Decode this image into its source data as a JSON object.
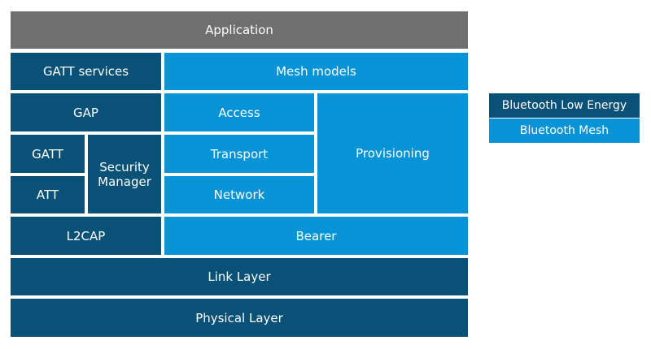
{
  "diagram": {
    "application": "Application",
    "gatt_services": "GATT services",
    "mesh_models": "Mesh models",
    "gap": "GAP",
    "access": "Access",
    "provisioning": "Provisioning",
    "gatt": "GATT",
    "transport": "Transport",
    "security_manager_line1": "Security",
    "security_manager_line2": "Manager",
    "att": "ATT",
    "network": "Network",
    "l2cap": "L2CAP",
    "bearer": "Bearer",
    "link_layer": "Link Layer",
    "physical_layer": "Physical Layer"
  },
  "legend": {
    "ble": "Bluetooth Low Energy",
    "mesh": "Bluetooth Mesh"
  },
  "colors": {
    "ble": "#0a5177",
    "mesh": "#0794d6",
    "application": "#6f6f6f"
  }
}
